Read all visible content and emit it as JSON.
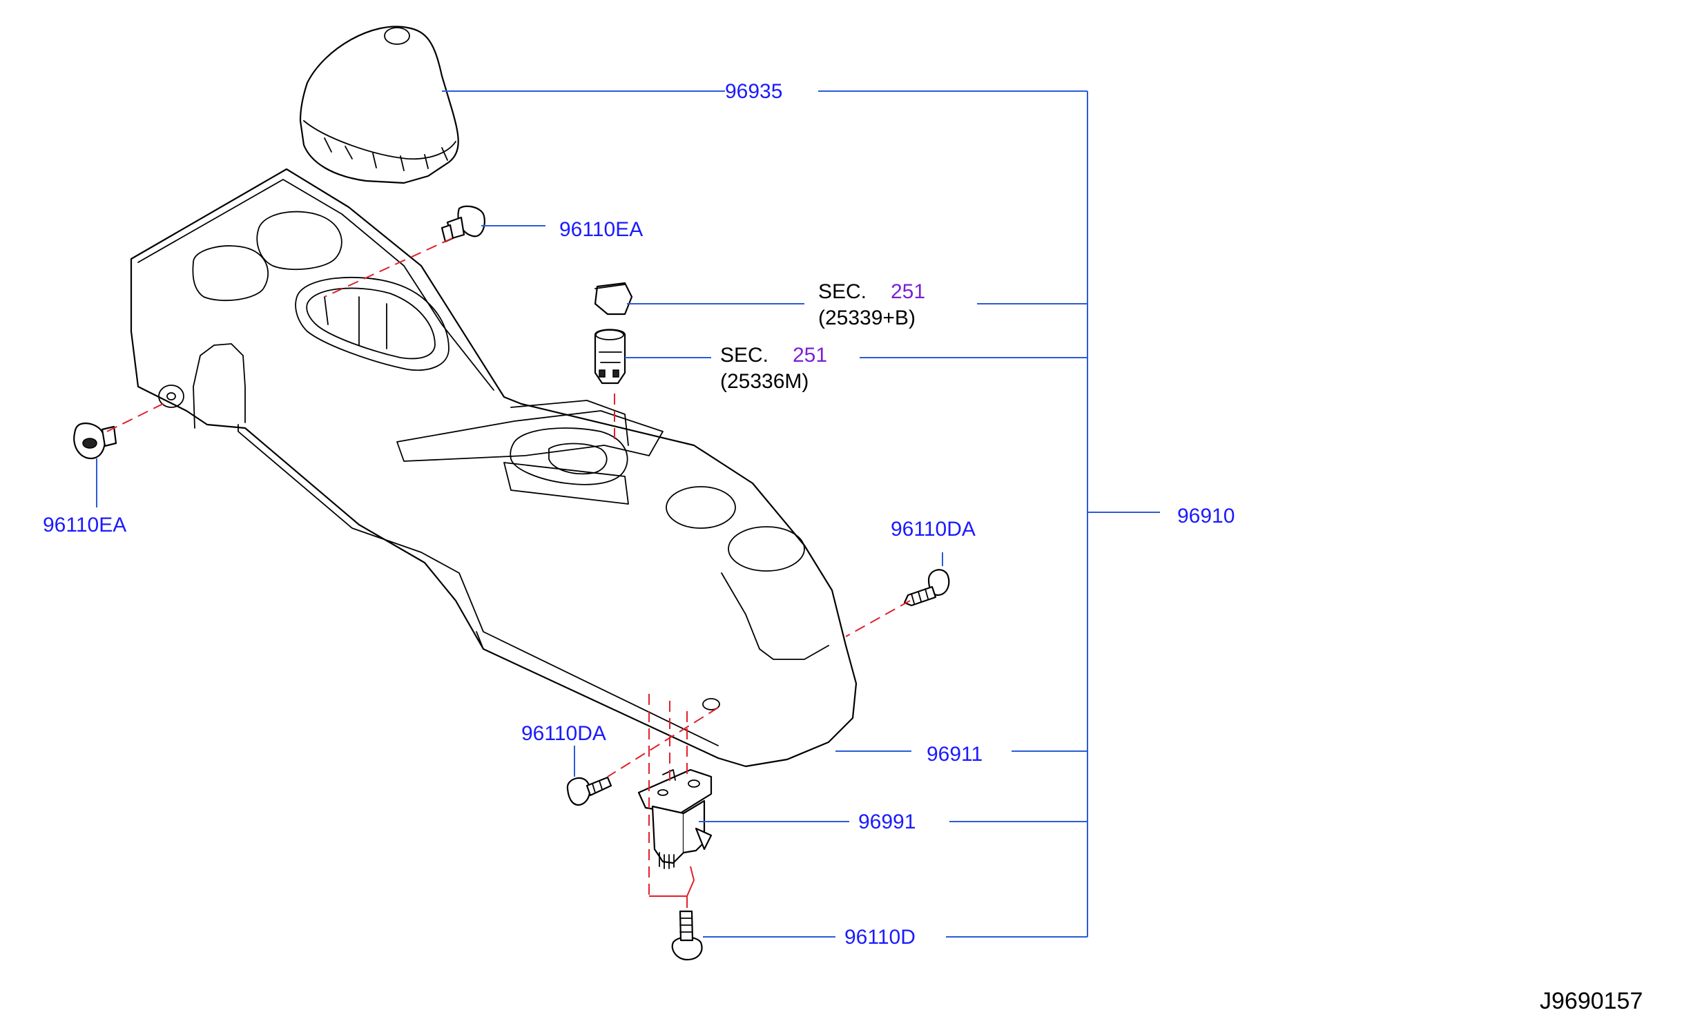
{
  "labels": {
    "p96935": "96935",
    "p96110EA_top": "96110EA",
    "p96110EA_left": "96110EA",
    "sec1_prefix": "SEC.",
    "sec1_num": "251",
    "sec1_ref": "(25339+B)",
    "sec2_prefix": "SEC.",
    "sec2_num": "251",
    "sec2_ref": "(25336M)",
    "p96910": "96910",
    "p96110DA_right": "96110DA",
    "p96110DA_left": "96110DA",
    "p96911": "96911",
    "p96991": "96991",
    "p96110D": "96110D",
    "diagram_id": "J9690157"
  },
  "parts": [
    {
      "number": "96935",
      "icon": "shift-boot-cover"
    },
    {
      "number": "96110EA",
      "icon": "clip-fastener"
    },
    {
      "number": "96910",
      "icon": "console-assembly-bracket"
    },
    {
      "number": "96110DA",
      "icon": "screw"
    },
    {
      "number": "96911",
      "icon": "center-console-body"
    },
    {
      "number": "96991",
      "icon": "console-bracket"
    },
    {
      "number": "96110D",
      "icon": "bolt"
    }
  ],
  "colors": {
    "part_number": "#1a1aff",
    "section_number": "#7a1fd6",
    "leader_line": "#2a5bd7",
    "dash_line": "#e0202a",
    "outline": "#000000"
  }
}
